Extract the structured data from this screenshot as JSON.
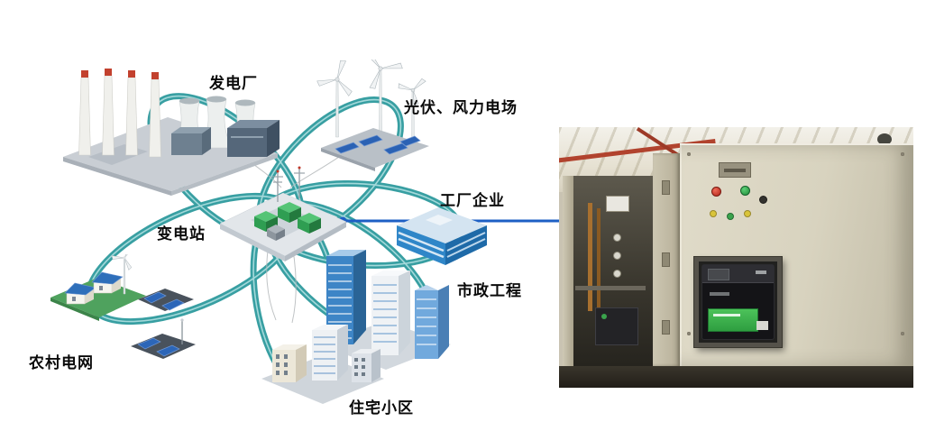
{
  "diagram": {
    "labels": {
      "power_plant": "发电厂",
      "solar_wind": "光伏、风力电场",
      "factory": "工厂企业",
      "substation": "变电站",
      "municipal": "市政工程",
      "residential": "住宅小区",
      "rural": "农村电网"
    },
    "colors": {
      "ring": "#2A989C",
      "ring_highlight": "#E8F7F7",
      "connector": "#1D5FC4",
      "label_text": "#0A0A0A"
    }
  },
  "photo": {
    "name": "switchgear-cabinet-photo",
    "colors": {
      "cabinet_beige": "#D8D3BF",
      "indicator_red": "#B02418",
      "indicator_green": "#1F8B38",
      "breaker_body": "#141417",
      "breaker_label_green": "#3DB54A",
      "pipe_red": "#B1432E"
    }
  }
}
